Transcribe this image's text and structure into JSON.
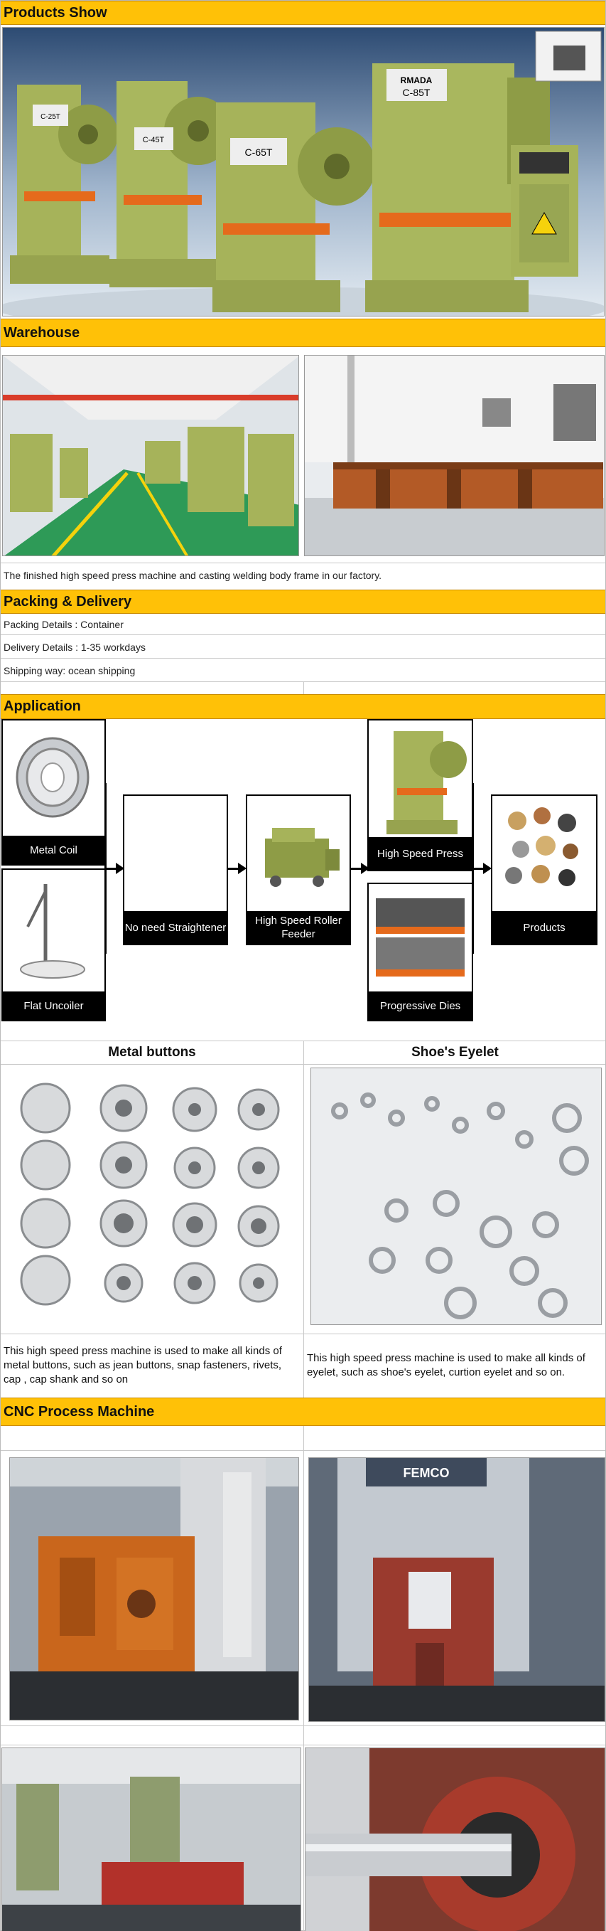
{
  "sections": {
    "products_show": "Products Show",
    "warehouse": "Warehouse",
    "packing": "Packing & Delivery",
    "application": "Application",
    "cnc": "CNC Process Machine"
  },
  "machines": [
    "C-25T",
    "C-45T",
    "C-65T",
    "C-85T"
  ],
  "brand": "RMADA",
  "warehouse_caption": "The finished high speed press machine and casting welding body frame in our factory.",
  "packing_rows": [
    "Packing Details : Container",
    "Delivery Details : 1-35 workdays",
    "Shipping way: ocean shipping"
  ],
  "flow": {
    "metal_coil": "Metal Coil",
    "flat_uncoiler": "Flat Uncoiler",
    "straightener": "No need Straightener",
    "feeder": "High Speed Roller Feeder",
    "press": "High Speed Press",
    "dies": "Progressive Dies",
    "products": "Products"
  },
  "products_table": {
    "col1_title": "Metal buttons",
    "col2_title": "Shoe's Eyelet",
    "col1_desc": "This high speed press machine is used to make all kinds of metal buttons, such as jean buttons, snap fasteners, rivets, cap , cap shank and so on",
    "col2_desc": "This high speed press machine is used to make all kinds of eyelet, such as shoe's eyelet, curtion eyelet and so on."
  },
  "cnc_brand": "FEMCO",
  "colors": {
    "section_bar": "#ffc107",
    "machine_green": "#a6b35a",
    "floor_green": "#2e9a57",
    "frame_orange": "#c9661c"
  }
}
